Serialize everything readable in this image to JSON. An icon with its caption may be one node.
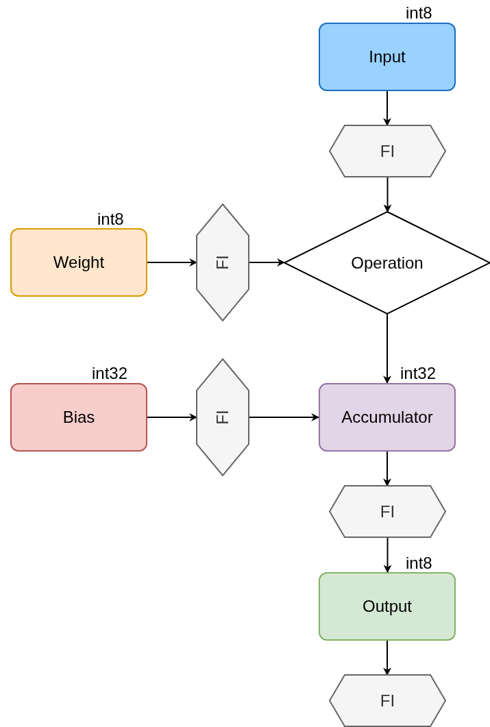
{
  "diagram": {
    "nodes": [
      {
        "text": [
          "Input"
        ],
        "beside": [
          "int8"
        ]
      },
      {
        "text": [
          "FI"
        ]
      },
      {
        "text": [
          "Operation"
        ]
      },
      {
        "text": [
          "Weight"
        ],
        "beside": [
          "int8"
        ]
      },
      {
        "text": [
          "FI"
        ]
      },
      {
        "text": [
          "Bias"
        ],
        "beside": [
          "int32"
        ]
      },
      {
        "text": [
          "FI"
        ]
      },
      {
        "text": [
          "Accumulator"
        ],
        "beside": [
          "int32"
        ]
      },
      {
        "text": [
          "FI"
        ]
      },
      {
        "text": [
          "Output"
        ],
        "beside": [
          "int8"
        ]
      },
      {
        "text": [
          "FI"
        ]
      }
    ],
    "edges": [
      {
        "from": 0,
        "to": 1,
        "arrow": "to"
      },
      {
        "from": 1,
        "to": 2,
        "arrow": "to"
      },
      {
        "from": 3,
        "to": 4,
        "arrow": "to"
      },
      {
        "from": 4,
        "to": 2,
        "arrow": "to"
      },
      {
        "from": 2,
        "to": 7,
        "arrow": "to"
      },
      {
        "from": 5,
        "to": 6,
        "arrow": "to"
      },
      {
        "from": 6,
        "to": 7,
        "arrow": "to"
      },
      {
        "from": 7,
        "to": 8,
        "arrow": "to"
      },
      {
        "from": 8,
        "to": 9,
        "arrow": "to"
      },
      {
        "from": 9,
        "to": 10,
        "arrow": "to"
      }
    ]
  }
}
